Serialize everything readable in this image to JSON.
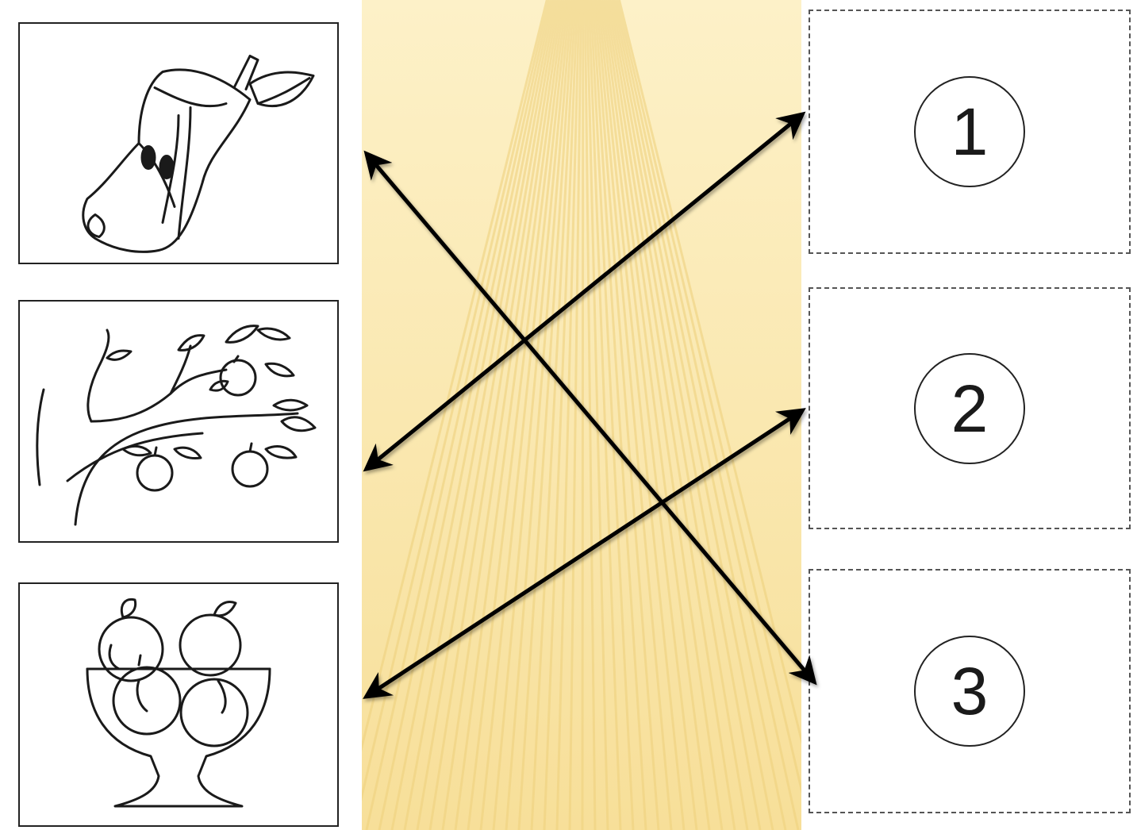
{
  "colors": {
    "background": "#fbe9b0",
    "stripe": "#f3d98a",
    "panel": "#ffffff",
    "ink": "#1a1a1a",
    "arrow": "#000000"
  },
  "pictures": [
    {
      "icon": "apple-core-icon"
    },
    {
      "icon": "apple-branch-icon"
    },
    {
      "icon": "fruit-bowl-icon"
    }
  ],
  "numbers": [
    "1",
    "2",
    "3"
  ],
  "connections": [
    {
      "picture": 0,
      "number": 2
    },
    {
      "picture": 1,
      "number": 0
    },
    {
      "picture": 2,
      "number": 1
    }
  ]
}
